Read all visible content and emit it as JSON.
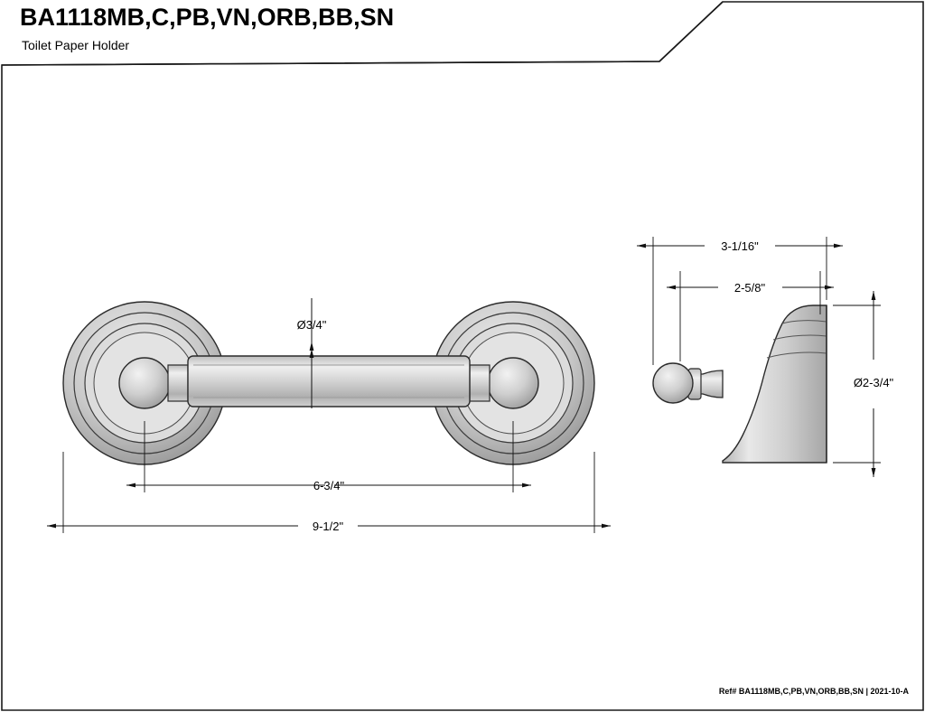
{
  "document": {
    "title": "BA1118MB,C,PB,VN,ORB,BB,SN",
    "subtitle": "Toilet Paper Holder",
    "footer": "Ref# BA1118MB,C,PB,VN,ORB,BB,SN | 2021-10-A"
  },
  "drawing": {
    "views": [
      {
        "name": "front-view",
        "label": "front elevation of toilet paper holder"
      },
      {
        "name": "side-view",
        "label": "side elevation of mounting post"
      }
    ],
    "dimensions": {
      "bar_diameter": "Ø3/4\"",
      "mount_center_to_center": "6-3/4\"",
      "overall_length": "9-1/2\"",
      "side_projection": "3-1/16\"",
      "post_projection": "2-5/8\"",
      "flange_diameter": "Ø2-3/4\""
    },
    "colors": {
      "line": "#1a1a1a",
      "shade_light": "#d9d9d9",
      "shade_mid": "#c4c4c4",
      "shade_dark": "#a8a8a8",
      "background": "#ffffff"
    }
  }
}
